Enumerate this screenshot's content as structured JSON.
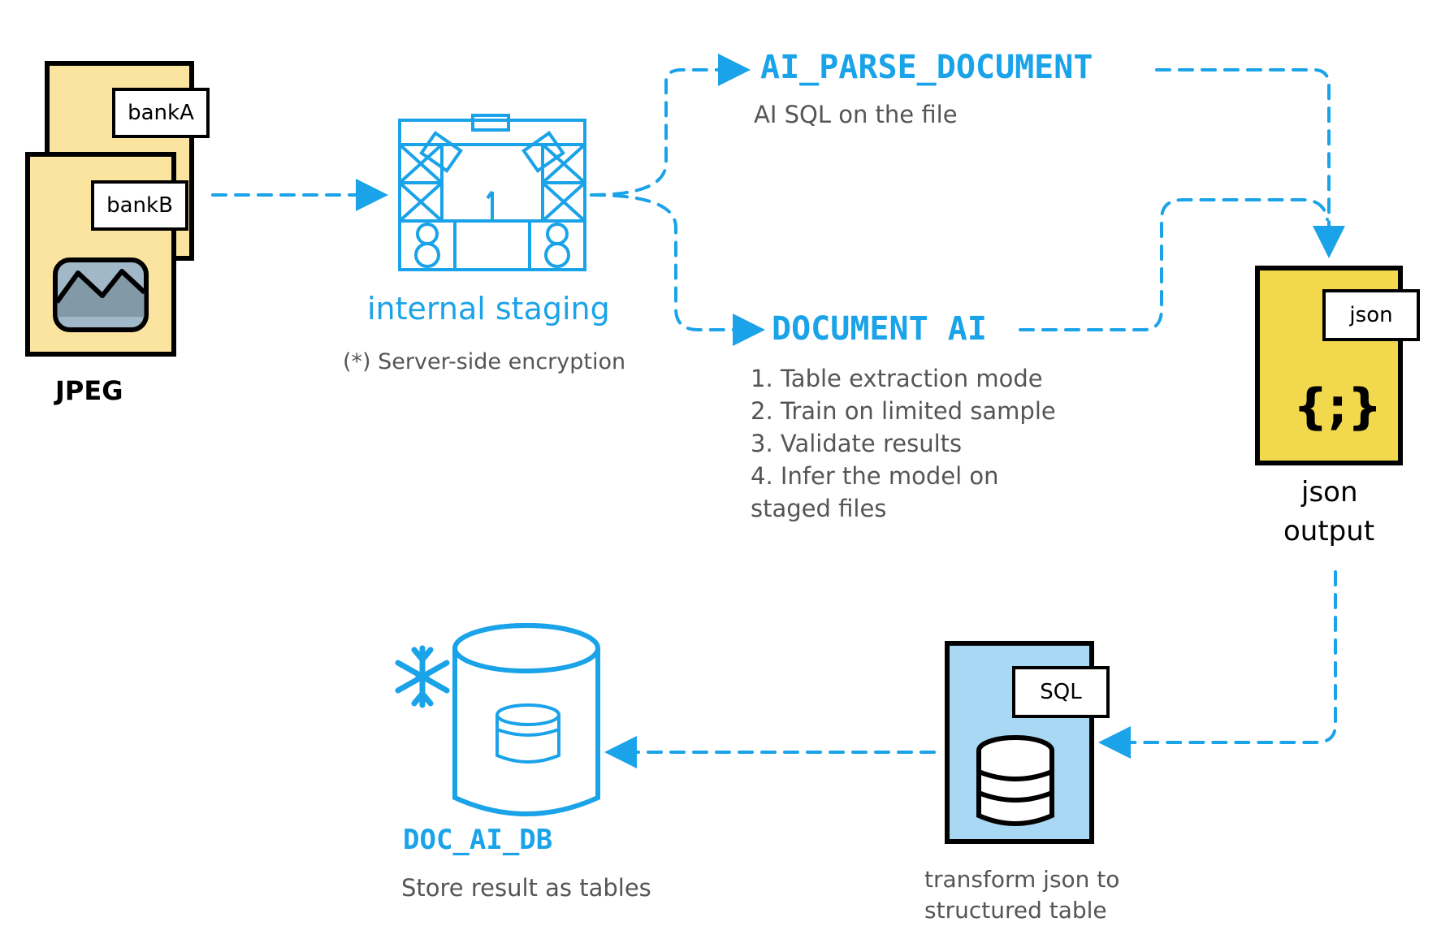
{
  "source_files": {
    "tag_front": "bankB",
    "tag_back": "bankA",
    "label": "JPEG"
  },
  "staging": {
    "title": "internal staging",
    "note": "(*) Server-side encryption"
  },
  "ai_parse": {
    "title": "AI_PARSE_DOCUMENT",
    "subtitle": "AI SQL on the file"
  },
  "document_ai": {
    "title": "DOCUMENT AI",
    "steps": [
      "1. Table extraction mode",
      "2. Train on limited sample",
      "3. Validate results",
      "4. Infer the model on",
      "staged files"
    ]
  },
  "json_output": {
    "tag": "json",
    "symbol": "{;}",
    "label_line1": "json",
    "label_line2": "output"
  },
  "sql_transform": {
    "tag": "SQL",
    "caption_line1": "transform json to",
    "caption_line2": "structured table"
  },
  "database": {
    "title": "DOC_AI_DB",
    "caption": "Store result as tables"
  },
  "colors": {
    "accent_blue": "#1aa3e8",
    "file_yellow": "#fbe3a0",
    "json_yellow": "#f2d84d",
    "sql_blue": "#a9d8f5",
    "text_gray": "#555555"
  }
}
